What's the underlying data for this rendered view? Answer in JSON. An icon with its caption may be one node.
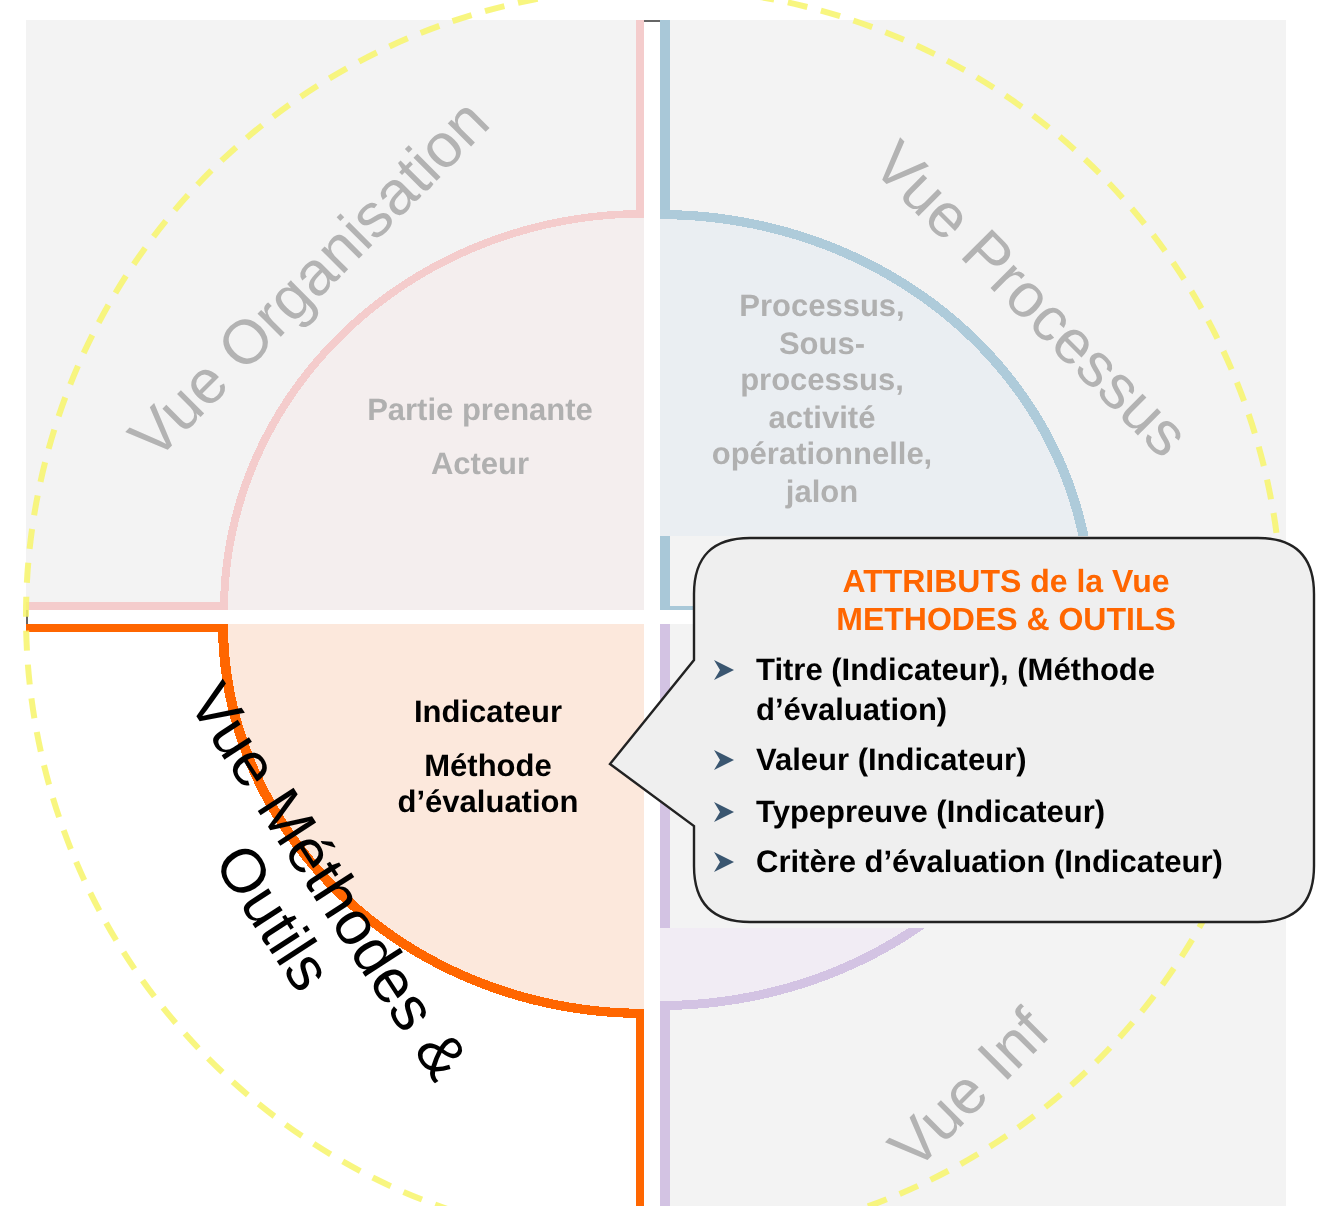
{
  "diagram": {
    "nodes": [
      {
        "text": [],
        "shape": "box"
      },
      {
        "text": [
          "Partie prenante",
          "Acteur"
        ],
        "in": 0
      },
      {
        "text": [],
        "shape": "box"
      },
      {
        "text": [
          "Processus, Sous-processus, activité opérationnelle, jalon"
        ],
        "in": 2
      },
      {
        "text": [],
        "shape": "box"
      },
      {
        "text": [
          "Indicateur",
          "Méthode d’évaluation"
        ],
        "in": 4
      },
      {
        "text": [],
        "shape": "box"
      },
      {
        "text": [],
        "shape": "circle",
        "in": 6
      },
      {
        "text": [
          "ATTRIBUTS de la Vue METHODES & OUTILS",
          "Titre (Indicateur), (Méthode d’évaluation)",
          "Valeur (Indicateur)",
          "Typepreuve (Indicateur)",
          "Critère d’évaluation (Indicateur)"
        ]
      }
    ],
    "labels": [
      "Vue Organisation",
      "Vue Processus",
      "Vue Méthodes & Outils",
      "Vue Inf"
    ]
  }
}
